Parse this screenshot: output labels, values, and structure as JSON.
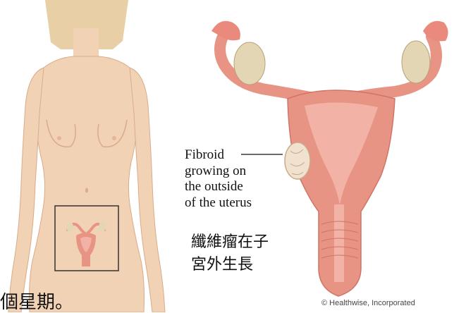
{
  "annotations": {
    "fibroid_english": "Fibroid\ngrowing on\nthe outside\nof the uterus",
    "fibroid_chinese": "纖維瘤在子\n宮外生長"
  },
  "caption": "個星期。",
  "credit": "© Healthwise, Incorporated",
  "colors": {
    "skin": "#f2d2b4",
    "skin_shadow": "#e2b998",
    "hair": "#e8cfa6",
    "uterus_wall": "#e89484",
    "uterus_inner": "#f3b2a6",
    "ovary": "#e3d6b4",
    "fibroid": "#f1e2d0"
  },
  "icons": [
    "female-body-illustration",
    "uterus-cross-section-illustration",
    "fibroid-icon",
    "inset-box"
  ]
}
